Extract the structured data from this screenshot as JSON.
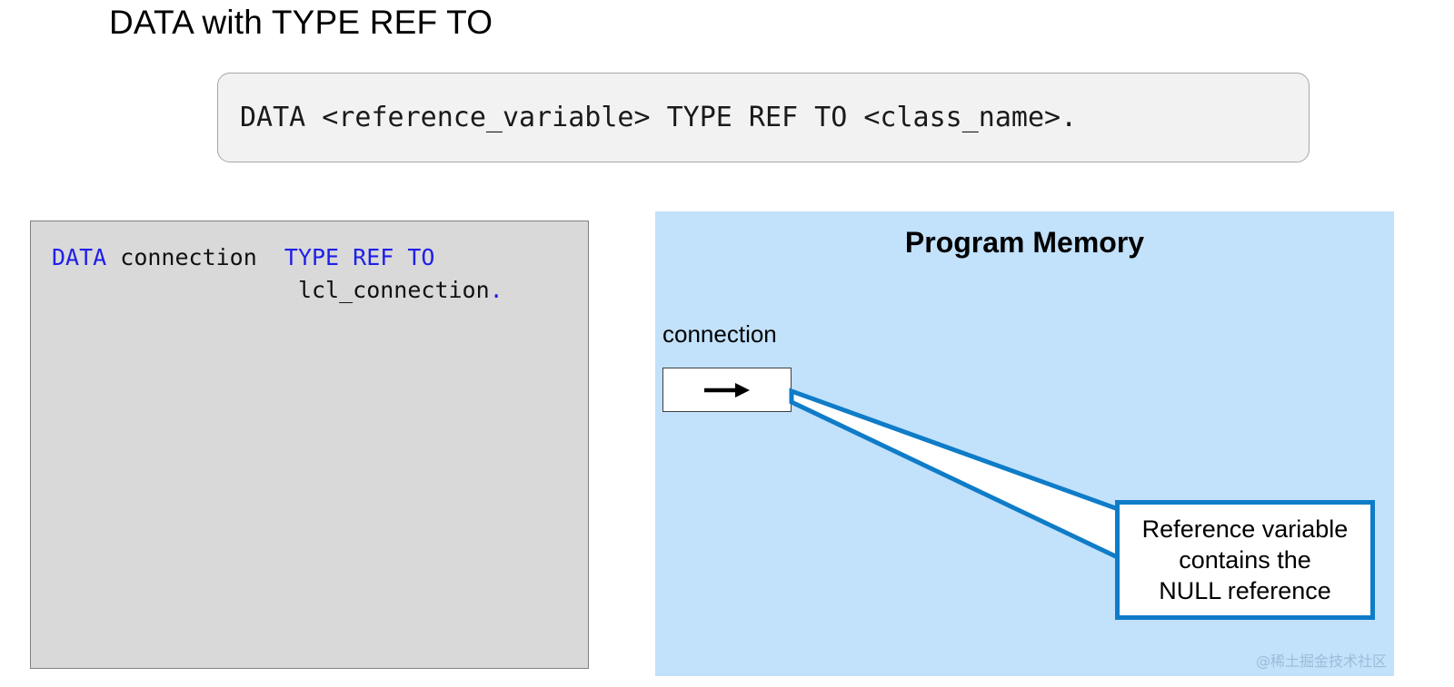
{
  "slide": {
    "title": "DATA with TYPE REF TO"
  },
  "syntax": {
    "statement": "DATA <reference_variable> TYPE REF TO <class_name>."
  },
  "code_panel": {
    "line1_keyword": "DATA",
    "line1_identifier": " connection  ",
    "line1_type_keyword": "TYPE REF TO",
    "line2_indent": "                  ",
    "line2_class": "lcl_connection",
    "line2_terminator": "."
  },
  "memory_panel": {
    "title": "Program Memory",
    "variable_label": "connection",
    "variable_value_icon": "right-arrow-icon",
    "callout": {
      "line1": "Reference variable",
      "line2": "contains the",
      "line3": "NULL reference"
    }
  },
  "watermark": {
    "text": "@稀土掘金技术社区"
  },
  "colors": {
    "keyword_blue": "#1f1fe8",
    "memory_background": "#c2e1fb",
    "callout_border": "#0f7cc8",
    "code_panel_background": "#d9d9d9",
    "syntax_box_background": "#f2f2f2"
  }
}
